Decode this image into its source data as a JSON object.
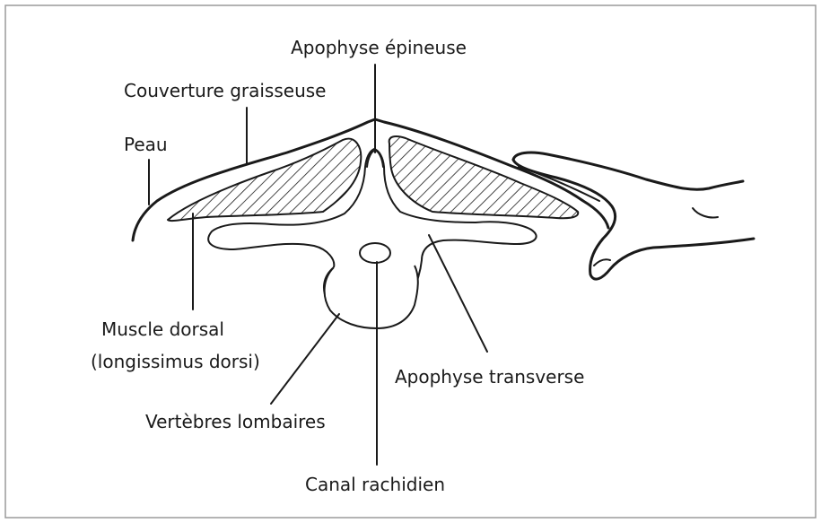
{
  "labels": {
    "spinous_process": "Apophyse épineuse",
    "fat_cover": "Couverture graisseuse",
    "skin": "Peau",
    "dorsal_muscle_line1": "Muscle dorsal",
    "dorsal_muscle_line2": "(longissimus dorsi)",
    "transverse_process": "Apophyse transverse",
    "lumbar_vertebrae": "Vertèbres lombaires",
    "spinal_canal": "Canal rachidien"
  }
}
